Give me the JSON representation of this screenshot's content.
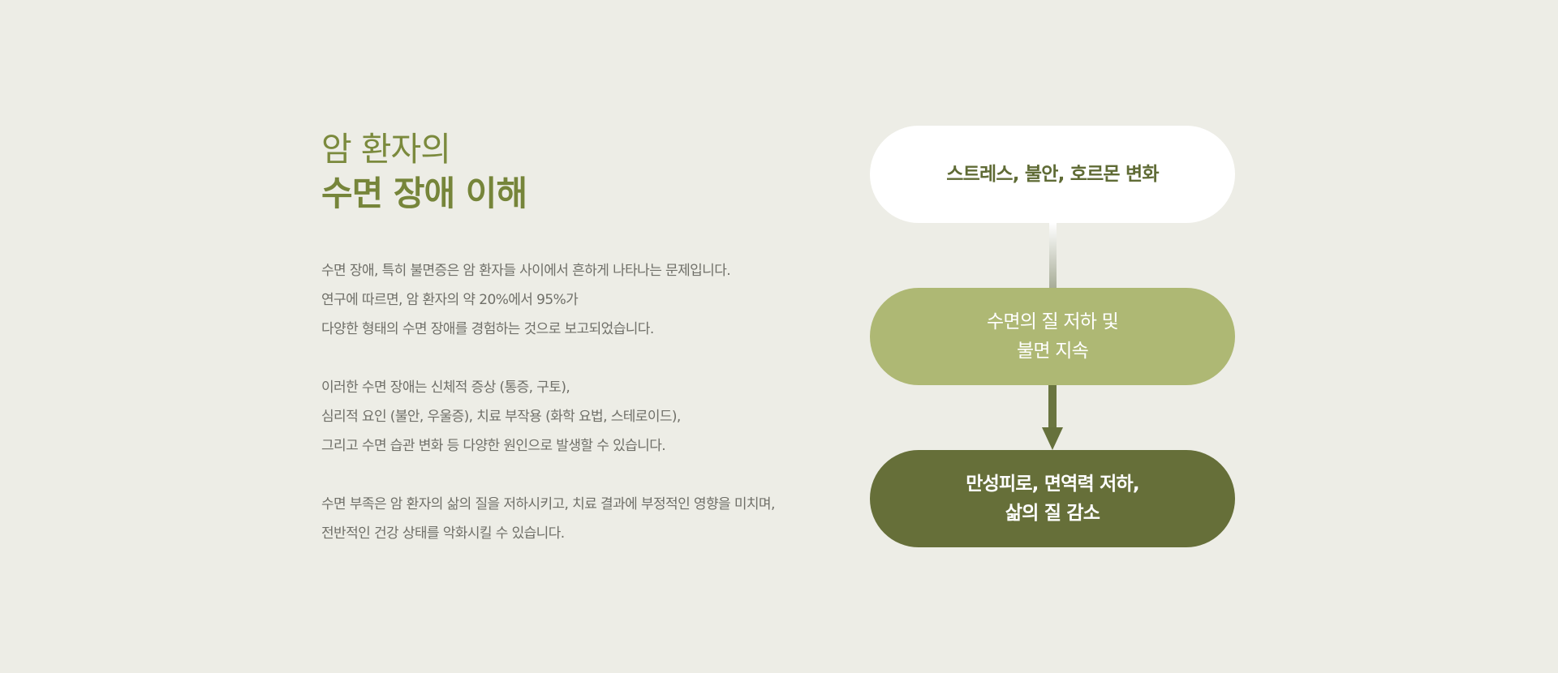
{
  "heading": {
    "line1": "암 환자의",
    "line2": "수면 장애 이해"
  },
  "body": {
    "paragraphs": [
      {
        "lines": [
          "수면 장애, 특히 불면증은 암 환자들 사이에서 흔하게 나타나는 문제입니다.",
          "연구에 따르면, 암 환자의 약 20%에서 95%가",
          "다양한 형태의 수면 장애를 경험하는 것으로 보고되었습니다."
        ]
      },
      {
        "lines": [
          "이러한 수면 장애는 신체적 증상 (통증, 구토),",
          "심리적 요인 (불안, 우울증), 치료 부작용 (화학 요법, 스테로이드),",
          "그리고 수면 습관 변화 등 다양한 원인으로 발생할 수 있습니다."
        ]
      },
      {
        "lines": [
          "수면 부족은 암 환자의 삶의 질을 저하시키고, 치료 결과에 부정적인 영향을 미치며,",
          "전반적인 건강 상태를 악화시킬 수 있습니다."
        ]
      }
    ]
  },
  "flow": {
    "steps": [
      {
        "lines": [
          "스트레스, 불안, 호르몬 변화"
        ],
        "bg": "#ffffff",
        "color": "#5f6b35"
      },
      {
        "lines": [
          "수면의 질 저하 및",
          "불면 지속"
        ],
        "bg": "#aeb874",
        "color": "#ffffff"
      },
      {
        "lines": [
          "만성피로, 면역력 저하,",
          "삶의 질 감소"
        ],
        "bg": "#666f39",
        "color": "#ffffff"
      }
    ],
    "connector_color": "#a8ad98",
    "arrow_color": "#6a7540"
  },
  "colors": {
    "background": "#edede6",
    "heading": "#7b8a3d",
    "body_text": "#6f6f68"
  }
}
